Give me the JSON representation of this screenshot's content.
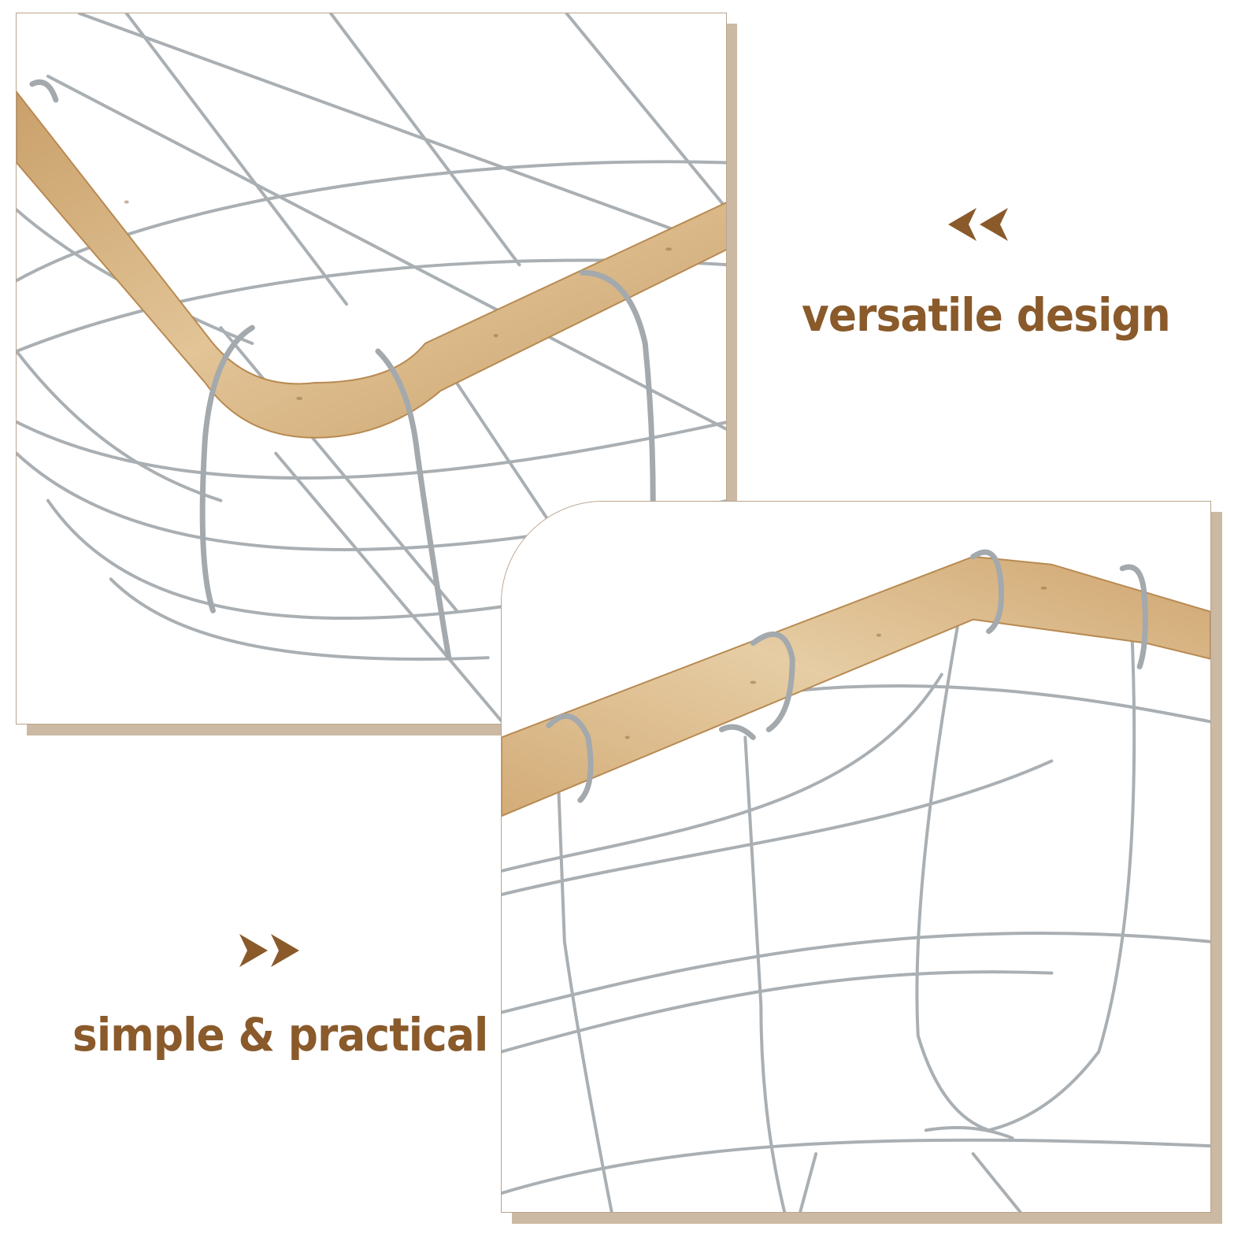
{
  "captions": {
    "top": "versatile design",
    "bottom": "simple & practical"
  },
  "icons": {
    "top": "double-chevron-left-icon",
    "bottom": "double-chevron-right-icon"
  },
  "images": {
    "top": "wire-basket-wooden-rim-corner-photo",
    "bottom": "wire-basket-wooden-rim-side-photo"
  },
  "colors": {
    "brown": "#8a5a2b",
    "shadow": "#cbb9a3",
    "wood": "#d8b688",
    "wire": "#a9afb3"
  }
}
